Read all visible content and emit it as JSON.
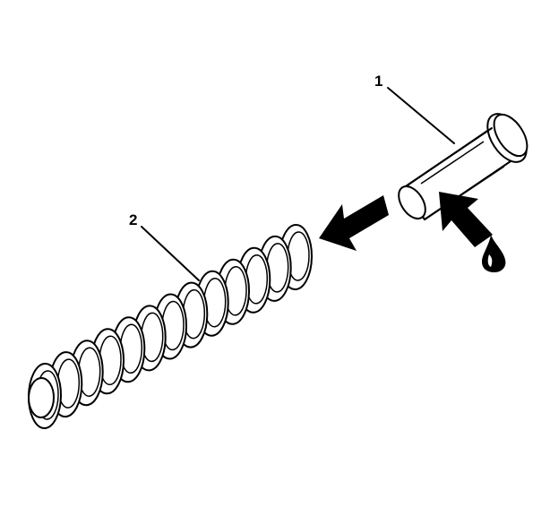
{
  "diagram": {
    "callouts": [
      {
        "id": "1",
        "label": "1"
      },
      {
        "id": "2",
        "label": "2"
      }
    ],
    "icons": {
      "install_arrow": "arrow-left-icon",
      "push_arrow": "arrow-push-icon",
      "lubricant": "oil-drop-icon"
    },
    "colors": {
      "line": "#000000",
      "background": "#ffffff"
    }
  }
}
